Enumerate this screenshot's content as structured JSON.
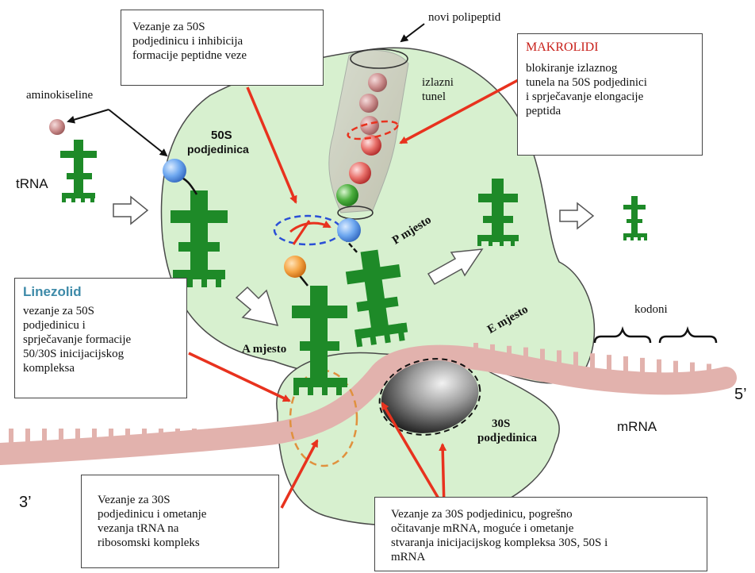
{
  "boxes": {
    "top_center": [
      "Vezanje za 50S",
      "podjedinicu i inhibicija",
      "formacije peptidne veze"
    ],
    "makrolidi": {
      "title": "MAKROLIDI",
      "lines": [
        "blokiranje izlaznog",
        "tunela na 50S podjedinici",
        "i sprječavanje elongacije",
        "peptida"
      ]
    },
    "linezolid": {
      "title": "Linezolid",
      "lines": [
        "vezanje za 50S",
        "podjedinicu i",
        "sprječavanje formacije",
        "50/30S inicijacijskog",
        "kompleksa"
      ]
    },
    "bottom_left": [
      "Vezanje za 30S",
      "podjedinicu i ometanje",
      "vezanja tRNA na",
      "ribosomski kompleks"
    ],
    "bottom_right": [
      "Vezanje za 30S podjedinicu, pogrešno",
      "očitavanje mRNA, moguće i ometanje",
      "stvaranja inicijacijskog kompleksa 30S, 50S i",
      "mRNA"
    ]
  },
  "labels": {
    "novi_polipeptid": "novi polipeptid",
    "aminokiseline": "aminokiseline",
    "izlazni": "izlazni",
    "tunel": "tunel",
    "sub50_a": "50S",
    "sub50_b": "podjedinica",
    "trna": "tRNA",
    "p_mjesto": "P mjesto",
    "a_mjesto": "A mjesto",
    "e_mjesto": "E mjesto",
    "kodoni": "kodoni",
    "sub30_a": "30S",
    "sub30_b": "podjedinica",
    "mrna": "mRNA",
    "five_prime": "5’",
    "three_prime": "3’"
  },
  "colors": {
    "ribosome": "#d7f0cf",
    "ribosome_edge": "#4a4a4a",
    "trna": "#1e8a28",
    "mrna": "#e2b2ad",
    "arrow_red": "#e8321e",
    "makrolidi": "#c8201a",
    "linezolid": "#3d8aa8",
    "site_dashed": "#2a4fd6",
    "orange_dashed": "#e0913e"
  }
}
